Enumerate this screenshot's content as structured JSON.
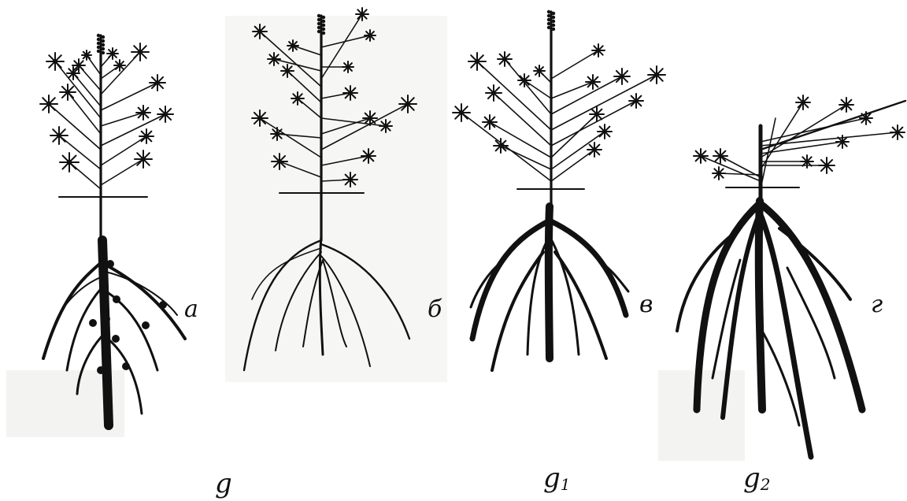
{
  "panels": [
    {
      "id": "a",
      "label": "а"
    },
    {
      "id": "b",
      "label": "б"
    },
    {
      "id": "v",
      "label": "в"
    },
    {
      "id": "g",
      "label": "г"
    }
  ],
  "bottom_labels": [
    {
      "text": "g",
      "sub": ""
    },
    {
      "text": "g",
      "sub": "1"
    },
    {
      "text": "g",
      "sub": "2"
    }
  ],
  "colors": {
    "ink": "#111111",
    "paper": "#ffffff",
    "panel_tint": "#f4f4f2"
  }
}
